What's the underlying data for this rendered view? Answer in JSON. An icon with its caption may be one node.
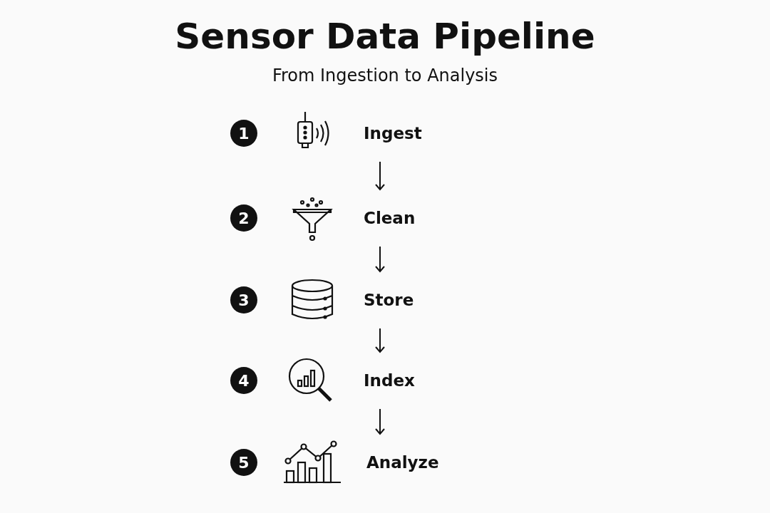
{
  "diagram": {
    "title": "Sensor Data Pipeline",
    "caption": "From Ingestion to Analysis",
    "nodes": [
      {
        "text": [
          "Ingest"
        ]
      },
      {
        "text": [
          "Clean"
        ]
      },
      {
        "text": [
          "Store"
        ]
      },
      {
        "text": [
          "Index"
        ]
      },
      {
        "text": [
          "Analyze"
        ]
      }
    ],
    "edges": [
      {
        "from": 0,
        "to": 1,
        "arrow": "to"
      },
      {
        "from": 1,
        "to": 2,
        "arrow": "to"
      },
      {
        "from": 2,
        "to": 3,
        "arrow": "to"
      },
      {
        "from": 3,
        "to": 4,
        "arrow": "to"
      }
    ],
    "labels": [
      "1",
      "2",
      "3",
      "4",
      "5"
    ]
  }
}
